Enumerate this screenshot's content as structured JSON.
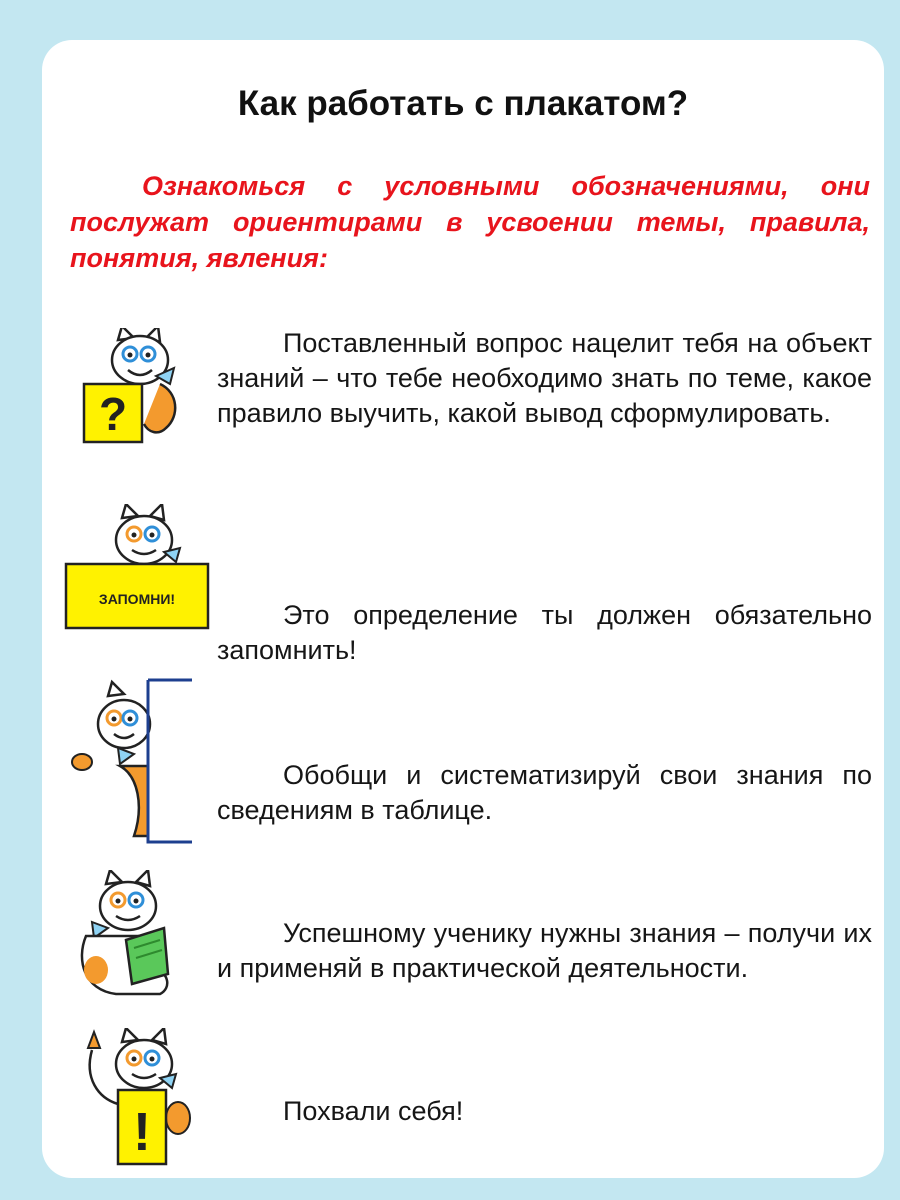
{
  "page": {
    "title": "Как работать с плакатом?",
    "intro": "Ознакомься с условными обозначениями, они послужат ориентирами в усвоении темы, правила, понятия, явления:"
  },
  "legend": [
    {
      "icon": "cat-question-sign-icon",
      "sign": "?",
      "text": "Поставленный вопрос нацелит тебя на объект знаний – что тебе необходимо знать по теме, какое правило выучить, какой вывод сформулировать."
    },
    {
      "icon": "cat-remember-sign-icon",
      "sign": "ЗАПОМНИ!",
      "text": "Это определение ты должен обязательно запомнить!"
    },
    {
      "icon": "cat-table-icon",
      "text": "Обобщи и систематизируй свои знания по сведениям в таблице."
    },
    {
      "icon": "cat-book-icon",
      "text": "Успешному ученику нужны знания – получи их и применяй в практической деятельности."
    },
    {
      "icon": "cat-exclamation-sign-icon",
      "sign": "!",
      "text": "Похвали себя!"
    }
  ],
  "colors": {
    "background": "#c3e7f1",
    "card": "#ffffff",
    "intro_text": "#e8141c",
    "sign_yellow": "#fff200",
    "book_green": "#5ac85a",
    "cat_orange": "#f39a2e",
    "glasses_blue": "#2f8fd8"
  }
}
